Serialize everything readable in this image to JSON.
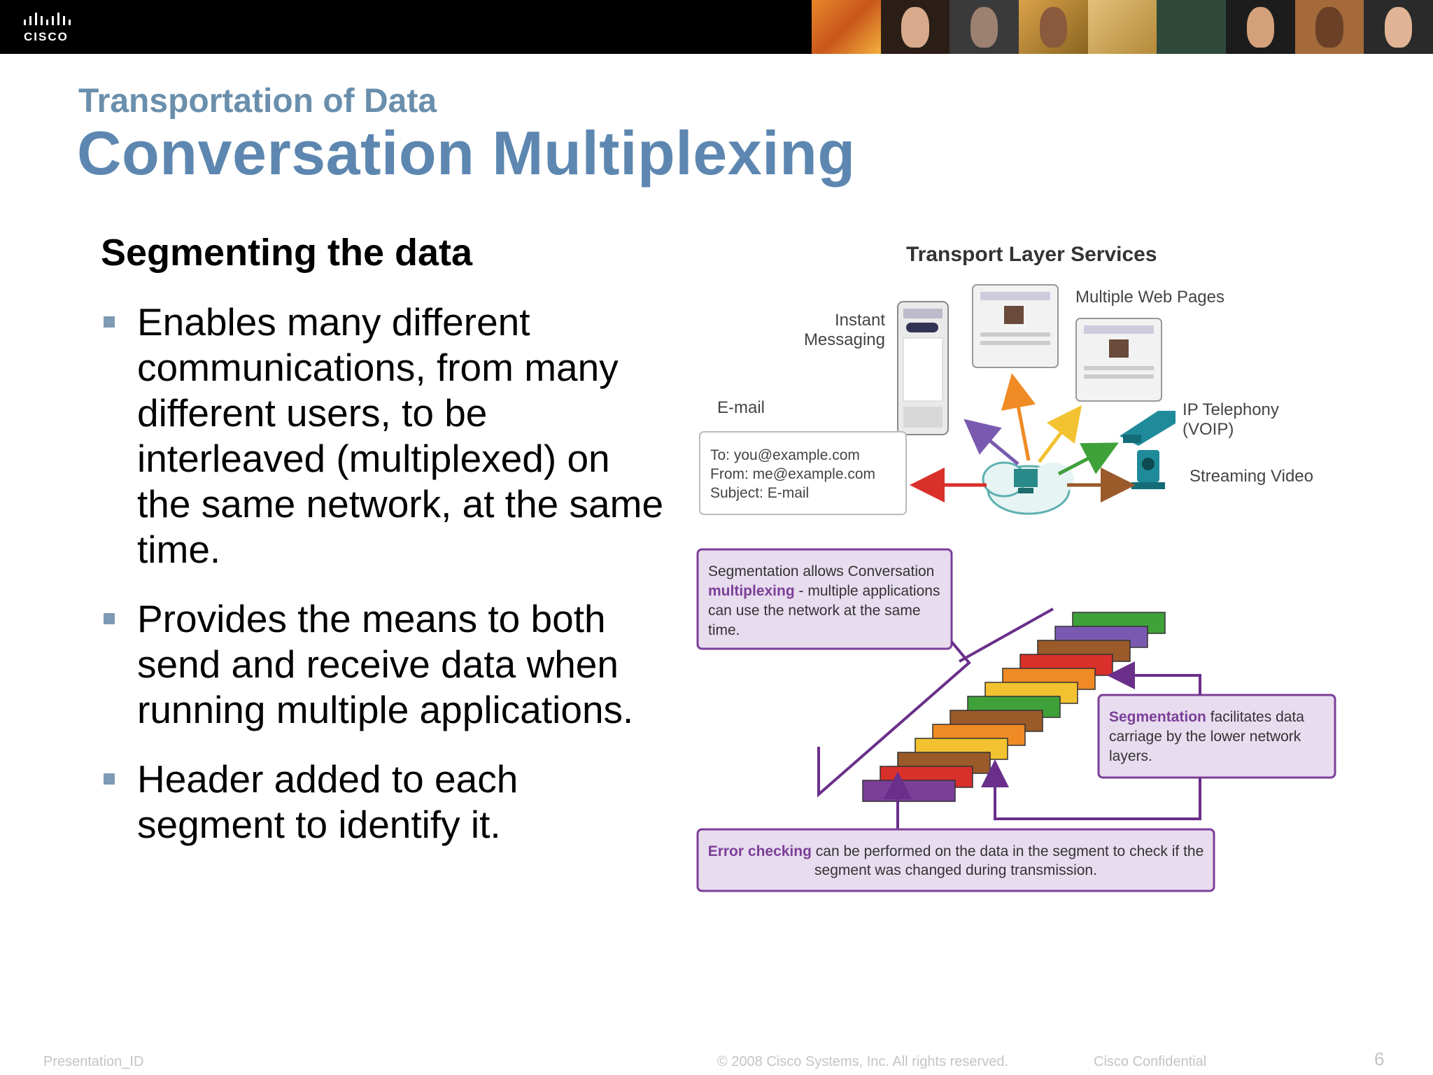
{
  "header": {
    "logo_text": "CISCO"
  },
  "slide": {
    "kicker": "Transportation of Data",
    "title": "Conversation Multiplexing",
    "subheading": "Segmenting the data",
    "bullets": [
      "Enables many different communications, from many different users, to be interleaved (multiplexed) on the same network, at the same time.",
      "Provides the means to both send and receive data when running multiple applications.",
      "Header added to each segment to identify it."
    ]
  },
  "diagram": {
    "title": "Transport Layer Services",
    "label_web": "Multiple Web Pages",
    "label_im_1": "Instant",
    "label_im_2": "Messaging",
    "label_email": "E-mail",
    "label_voip_1": "IP Telephony",
    "label_voip_2": "(VOIP)",
    "label_video": "Streaming Video",
    "email_to": "To: you@example.com",
    "email_from": "From: me@example.com",
    "email_subject": "Subject: E-mail",
    "callout_multiplex_1": "Segmentation allows Conversation",
    "callout_multiplex_bold": "multiplexing",
    "callout_multiplex_2": " - multiple applications",
    "callout_multiplex_3": "can use the network at the same",
    "callout_multiplex_4": "time.",
    "callout_seg_bold": "Segmentation",
    "callout_seg_1": " facilitates data",
    "callout_seg_2": "carriage by the lower network",
    "callout_seg_3": "layers.",
    "callout_err_bold": "Error checking",
    "callout_err_1": " can be performed on the data in the segment to check if the",
    "callout_err_2": "segment was changed during transmission.",
    "colors": {
      "purple": "#7b3f98",
      "callout_fill": "#e8dcef",
      "arrow_red": "#d9302b",
      "arrow_orange": "#f08a24",
      "arrow_yellow": "#f2c230",
      "arrow_green": "#3fa13a",
      "arrow_brown": "#9a5a2a",
      "arrow_violet": "#7a5ab0"
    }
  },
  "footer": {
    "presentation_id": "Presentation_ID",
    "copyright": "© 2008 Cisco Systems, Inc. All rights reserved.",
    "confidential": "Cisco Confidential",
    "page_number": "6"
  }
}
